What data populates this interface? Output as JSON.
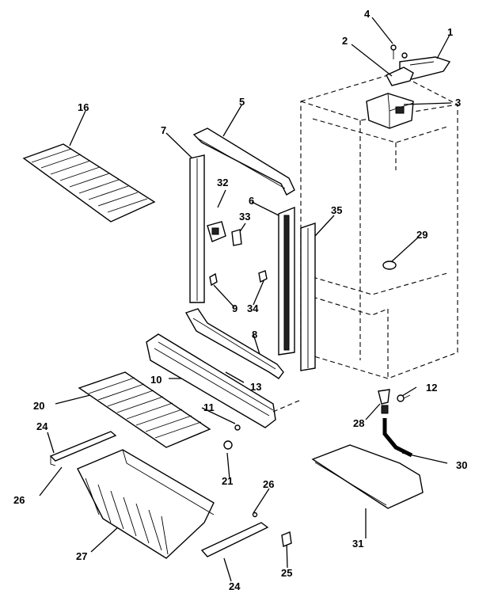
{
  "labels": {
    "l1": "1",
    "l2": "2",
    "l3": "3",
    "l4": "4",
    "l5": "5",
    "l6": "6",
    "l7": "7",
    "l8": "8",
    "l9": "9",
    "l10": "10",
    "l11": "11",
    "l12": "12",
    "l13": "13",
    "l16": "16",
    "l20": "20",
    "l21": "21",
    "l24a": "24",
    "l24b": "24",
    "l25": "25",
    "l26a": "26",
    "l26b": "26",
    "l27": "27",
    "l28": "28",
    "l29": "29",
    "l30": "30",
    "l31": "31",
    "l32": "32",
    "l33": "33",
    "l34": "34",
    "l35": "35"
  }
}
